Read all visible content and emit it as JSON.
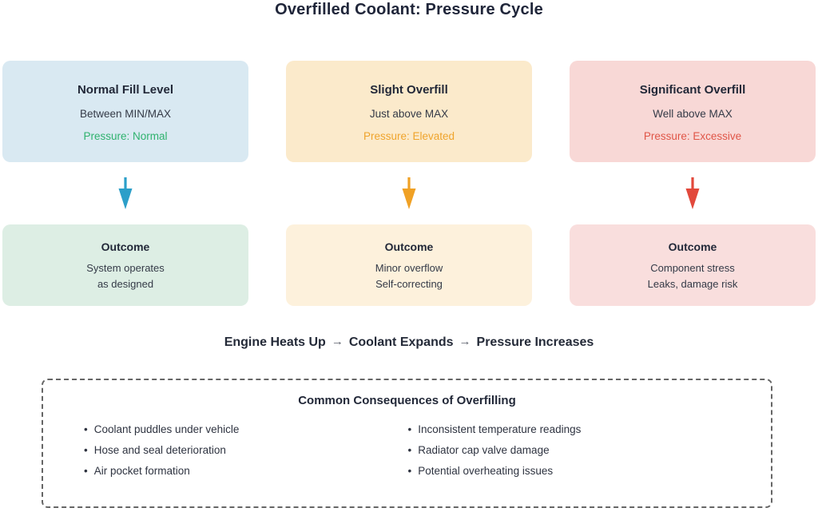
{
  "page_title": "Overfilled Coolant: Pressure Cycle",
  "columns": [
    {
      "state": {
        "title": "Normal Fill Level",
        "detail": "Between MIN/MAX",
        "pressure": "Pressure: Normal"
      },
      "outcome": {
        "title": "Outcome",
        "lines": [
          "System operates",
          "as designed"
        ]
      },
      "colors": {
        "card_bg": "#d9e9f2",
        "outcome_bg": "#ddeee4",
        "accent": "#2c9fc9",
        "pressure_text": "#2fb26e"
      }
    },
    {
      "state": {
        "title": "Slight Overfill",
        "detail": "Just above MAX",
        "pressure": "Pressure: Elevated"
      },
      "outcome": {
        "title": "Outcome",
        "lines": [
          "Minor overflow",
          "Self-correcting"
        ]
      },
      "colors": {
        "card_bg": "#fbeacb",
        "outcome_bg": "#fdf1dc",
        "accent": "#f0a125",
        "pressure_text": "#efa42c"
      }
    },
    {
      "state": {
        "title": "Significant Overfill",
        "detail": "Well above MAX",
        "pressure": "Pressure: Excessive"
      },
      "outcome": {
        "title": "Outcome",
        "lines": [
          "Component stress",
          "Leaks, damage risk"
        ]
      },
      "colors": {
        "card_bg": "#f8d8d6",
        "outcome_bg": "#f9dedd",
        "accent": "#e2493c",
        "pressure_text": "#e05648"
      }
    }
  ],
  "flow": {
    "steps": [
      "Engine Heats Up",
      "Coolant Expands",
      "Pressure Increases"
    ],
    "separator": "→"
  },
  "consequences": {
    "title": "Common Consequences of Overfilling",
    "left_items": [
      "Coolant puddles under vehicle",
      "Hose and seal deterioration",
      "Air pocket formation"
    ],
    "right_items": [
      "Inconsistent temperature readings",
      "Radiator cap valve damage",
      "Potential overheating issues"
    ]
  },
  "colors": {
    "background": "#ffffff",
    "heading_text": "#20263a",
    "body_text": "#343a47",
    "dashed_border": "#666666"
  }
}
